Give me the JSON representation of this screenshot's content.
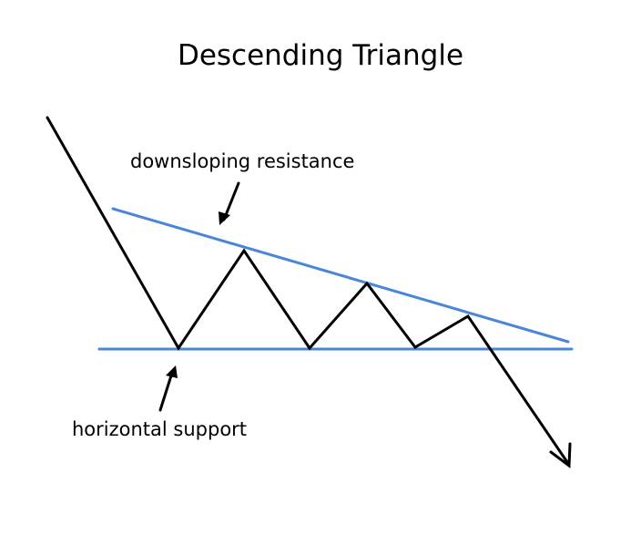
{
  "title": "Descending Triangle",
  "labels": {
    "resistance": "downsloping resistance",
    "support": "horizontal support"
  },
  "colors": {
    "trendline": "#4A86D8",
    "price": "#000000",
    "text": "#000000",
    "background": "#ffffff"
  }
}
